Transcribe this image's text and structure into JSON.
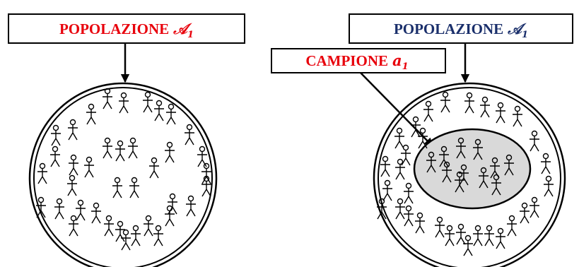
{
  "left_panel": {
    "label_word": "POPOLAZIONE",
    "label_symbol": "𝒜",
    "label_subscript": "1",
    "label_color": "#e8000b"
  },
  "right_panel": {
    "label_word": "POPOLAZIONE",
    "label_symbol": "𝒜",
    "label_subscript": "1",
    "label_color": "#1a2f6b",
    "sample_word": "CAMPIONE",
    "sample_symbol": "a",
    "sample_subscript": "1",
    "sample_color": "#e8000b",
    "sample_fill": "#d9d9d9"
  },
  "icons": {
    "person": "stick-figure-person-icon"
  }
}
